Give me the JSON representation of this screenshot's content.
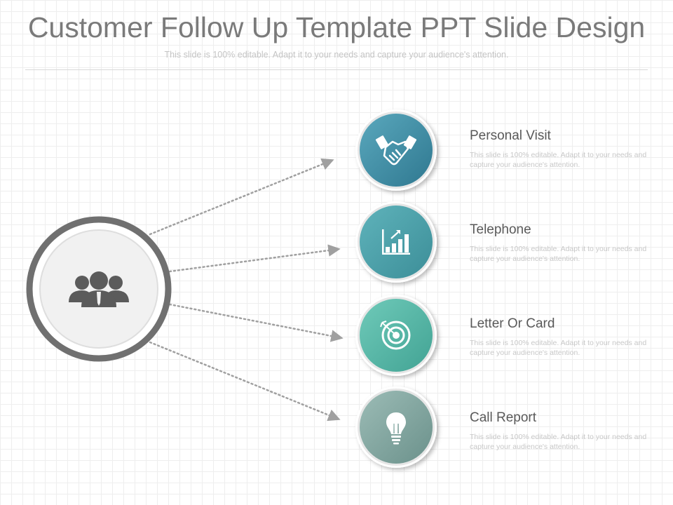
{
  "slide": {
    "title": "Customer Follow Up Template PPT Slide Design",
    "subtitle": "This slide is 100% editable. Adapt it to your needs and capture your audience's attention."
  },
  "hub": {
    "icon": "people-group-icon"
  },
  "items": [
    {
      "title": "Personal Visit",
      "description": "This slide is 100% editable. Adapt it to your needs and capture your audience's attention.",
      "icon": "handshake-icon",
      "color": "#3f8ea6"
    },
    {
      "title": "Telephone",
      "description": "This slide is 100% editable. Adapt it to your needs and capture your audience's attention.",
      "icon": "bar-chart-growth-icon",
      "color": "#4aa0ab"
    },
    {
      "title": "Letter Or Card",
      "description": "This slide is 100% editable. Adapt it to your needs and capture your audience's attention.",
      "icon": "target-icon",
      "color": "#58b7a8"
    },
    {
      "title": "Call Report",
      "description": "This slide is 100% editable. Adapt it to your needs and capture your audience's attention.",
      "icon": "lightbulb-icon",
      "color": "#7fa59f"
    }
  ],
  "colors": {
    "hub_ring": "#707070",
    "arrow": "#a0a0a0",
    "title": "#7a7a7a"
  }
}
